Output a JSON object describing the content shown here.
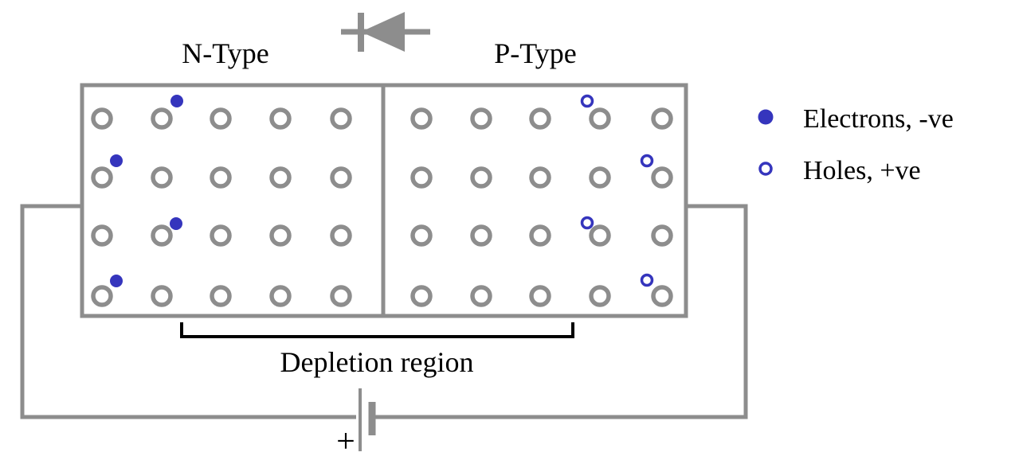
{
  "diagram": {
    "n_type_label": "N-Type",
    "p_type_label": "P-Type",
    "depletion_region_label": "Depletion region",
    "battery_positive_label": "+",
    "legend": {
      "electrons_label": "Electrons, -ve",
      "holes_label": "Holes, +ve"
    },
    "counts": {
      "lattice_rows": 4,
      "lattice_cols_per_region": 5,
      "electrons_shown": 4,
      "holes_shown": 4
    },
    "colors": {
      "wire_gray": "#8d8d8d",
      "carrier_blue": "#3535bd",
      "bracket_black": "#000000",
      "background": "#ffffff"
    }
  }
}
